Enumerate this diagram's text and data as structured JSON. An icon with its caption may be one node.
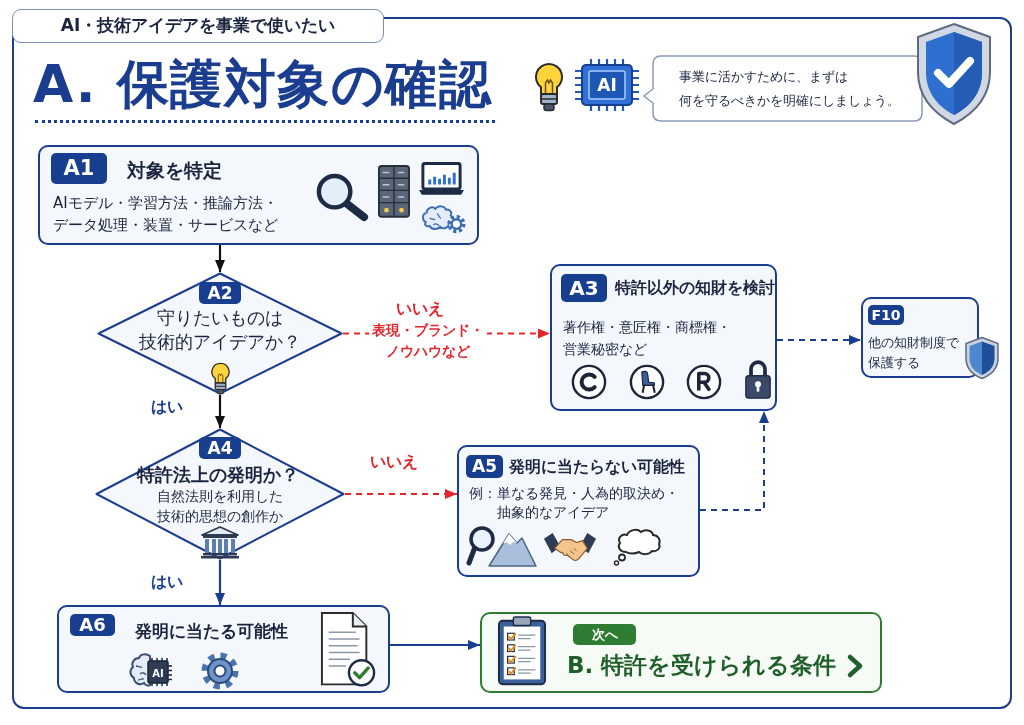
{
  "diagram": {
    "title": "A. 保護対象の確認",
    "nodes": [
      {
        "text": [
          "AI・技術アイデアを事業で使いたい"
        ]
      },
      {
        "text": [
          "事業に活かすために、まずは何を守るべきかを明確にしましょう。"
        ]
      },
      {
        "text": [
          "A1",
          "対象を特定",
          "AIモデル・学習方法・推論方法・データ処理・装置・サービスなど"
        ]
      },
      {
        "text": [
          "A2",
          "守りたいものは技術的アイデアか？"
        ]
      },
      {
        "text": [
          "A3",
          "特許以外の知財を検討",
          "著作権・意匠権・商標権・営業秘密など"
        ]
      },
      {
        "text": [
          "F10",
          "他の知財制度で保護する"
        ]
      },
      {
        "text": [
          "A4",
          "特許法上の発明か？",
          "自然法則を利用した技術的思想の創作か"
        ]
      },
      {
        "text": [
          "A5",
          "発明に当たらない可能性",
          "例：単なる発見・人為的取決め・抽象的なアイデア"
        ]
      },
      {
        "text": [
          "A6",
          "発明に当たる可能性"
        ]
      },
      {
        "text": [
          "次へ",
          "B. 特許を受けられる条件"
        ]
      }
    ],
    "edges": [
      {
        "from": 2,
        "to": 3,
        "arrow": "to",
        "color": "#111111"
      },
      {
        "from": 3,
        "to": 4,
        "arrow": "to",
        "label": "いいえ",
        "style": "dashed",
        "color": "#e3262b"
      },
      {
        "from": 3,
        "to": 6,
        "arrow": "to",
        "label": "はい",
        "color": "#111111"
      },
      {
        "from": 6,
        "to": 7,
        "arrow": "to",
        "label": "いいえ",
        "style": "dashed",
        "color": "#e3262b"
      },
      {
        "from": 6,
        "to": 8,
        "arrow": "to",
        "label": "はい"
      },
      {
        "from": 8,
        "to": 9,
        "arrow": "to"
      },
      {
        "from": 7,
        "to": 4,
        "arrow": "to",
        "style": "dashed"
      },
      {
        "from": 4,
        "to": 5,
        "arrow": "to",
        "style": "dashed"
      }
    ],
    "labels": [
      "AI",
      "表現・ブランド・ノウハウなど",
      "AI"
    ]
  }
}
